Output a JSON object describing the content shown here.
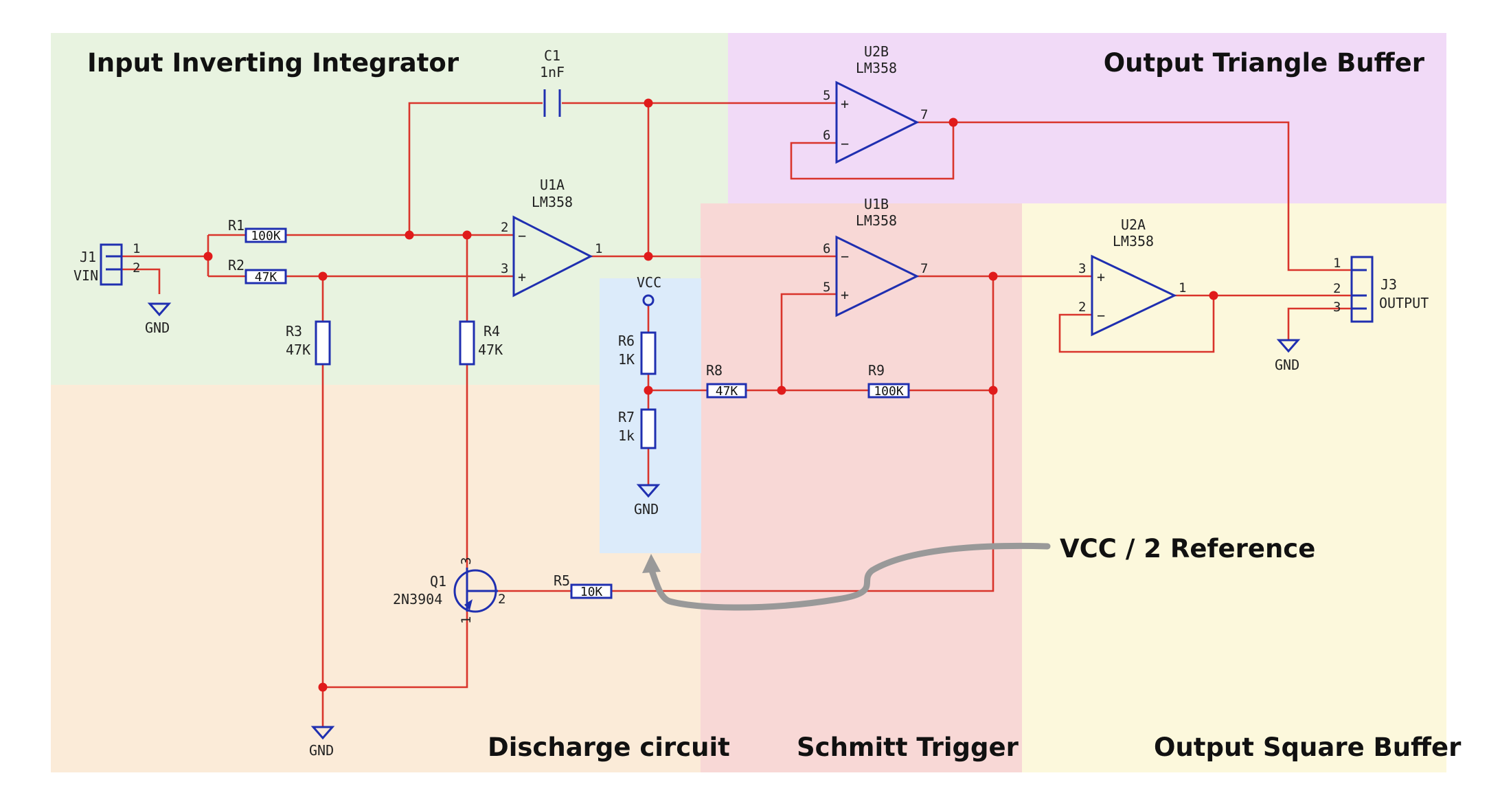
{
  "regions": {
    "input_integrator": {
      "title": "Input Inverting Integrator",
      "color": "#e8f3e0"
    },
    "triangle_buffer": {
      "title": "Output Triangle Buffer",
      "color": "#f1daf7"
    },
    "discharge": {
      "title": "Discharge circuit",
      "color": "#fbebd8"
    },
    "schmitt": {
      "title": "Schmitt Trigger",
      "color": "#f8d8d6"
    },
    "square_buffer": {
      "title": "Output Square Buffer",
      "color": "#fcf8dc"
    },
    "reference": {
      "color": "#dcebfa"
    }
  },
  "annotation": {
    "text": "VCC / 2 Reference",
    "arrow_color": "#999999"
  },
  "components": {
    "c1": {
      "ref": "C1",
      "value": "1nF"
    },
    "u2b": {
      "ref": "U2B",
      "value": "LM358",
      "pins": [
        "5",
        "6",
        "7"
      ]
    },
    "u1a": {
      "ref": "U1A",
      "value": "LM358",
      "pins": [
        "2",
        "3",
        "1"
      ]
    },
    "u1b": {
      "ref": "U1B",
      "value": "LM358",
      "pins": [
        "6",
        "5",
        "7"
      ]
    },
    "u2a": {
      "ref": "U2A",
      "value": "LM358",
      "pins": [
        "3",
        "2",
        "1"
      ]
    },
    "j1": {
      "ref": "J1",
      "value": "VIN",
      "pins": [
        "1",
        "2"
      ]
    },
    "j3": {
      "ref": "J3",
      "value": "OUTPUT",
      "pins": [
        "1",
        "2",
        "3"
      ]
    },
    "r1": {
      "ref": "R1",
      "value": "100K"
    },
    "r2": {
      "ref": "R2",
      "value": "47K"
    },
    "r3": {
      "ref": "R3",
      "value": "47K"
    },
    "r4": {
      "ref": "R4",
      "value": "47K"
    },
    "r5": {
      "ref": "R5",
      "value": "10K"
    },
    "r6": {
      "ref": "R6",
      "value": "1K"
    },
    "r7": {
      "ref": "R7",
      "value": "1k"
    },
    "r8": {
      "ref": "R8",
      "value": "47K"
    },
    "r9": {
      "ref": "R9",
      "value": "100K"
    },
    "q1": {
      "ref": "Q1",
      "value": "2N3904",
      "pins": [
        "3",
        "2",
        "1"
      ]
    }
  },
  "power": {
    "vcc": "VCC",
    "gnd": "GND"
  },
  "colors": {
    "wire": "#d9342b",
    "component": "#1f2fb0",
    "junction": "#e01b1b"
  }
}
